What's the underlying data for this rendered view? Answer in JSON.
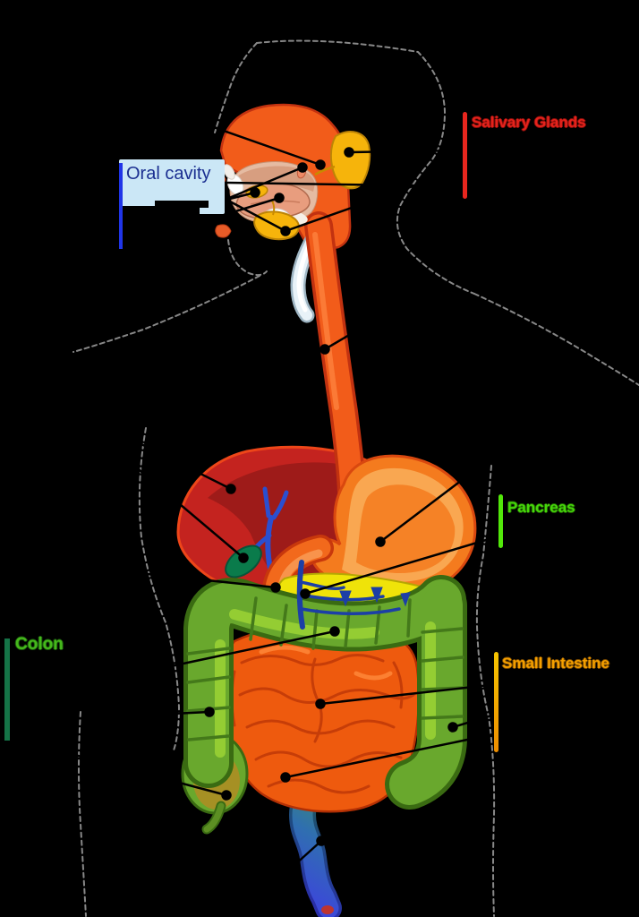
{
  "background_color": "#000000",
  "labels": {
    "oral_cavity": {
      "text": "Oral cavity",
      "text_color": "#1B2F91",
      "box_color": "#CBE7F6",
      "line_color": "#2035E8"
    },
    "salivary_glands": {
      "text": "Salivary Glands",
      "text_color": "#E5231C",
      "line_color": "#E8261E"
    },
    "pancreas": {
      "text": "Pancreas",
      "text_color": "#46D80A",
      "line_color": "#52E80A"
    },
    "small_intestine": {
      "text": "Small Intestine",
      "text_color": "#F5A000",
      "line_color": "#F0A800"
    },
    "colon": {
      "text": "Colon",
      "text_color": "#46B81C",
      "line_color": "#157347"
    }
  },
  "figure": {
    "outline_color": "#8F8F8F",
    "leader_line_color": "#000000",
    "organ_colors": {
      "pharynx_nasal": "#F25C1A",
      "esophagus": "#F25C1A",
      "liver": "#C4231F",
      "liver_shadow": "#9E1B19",
      "gallbladder": "#0A7B4B",
      "bile_duct": "#2A4FD0",
      "stomach": "#F47B1E",
      "duodenum": "#F2691C",
      "pancreas_organ": "#EFE309",
      "mesenteric_vessels": "#1C3FA6",
      "colon_organ": "#69A82D",
      "small_intestine_organ": "#EE5A0E",
      "salivary_gland_organ": "#F6B40B",
      "tongue": "#E89D7E",
      "trachea": "#E8F2F8",
      "rectum_gradient": [
        "#5FA02E",
        "#3F8F68",
        "#2F6FB0",
        "#3B49D8"
      ]
    }
  }
}
